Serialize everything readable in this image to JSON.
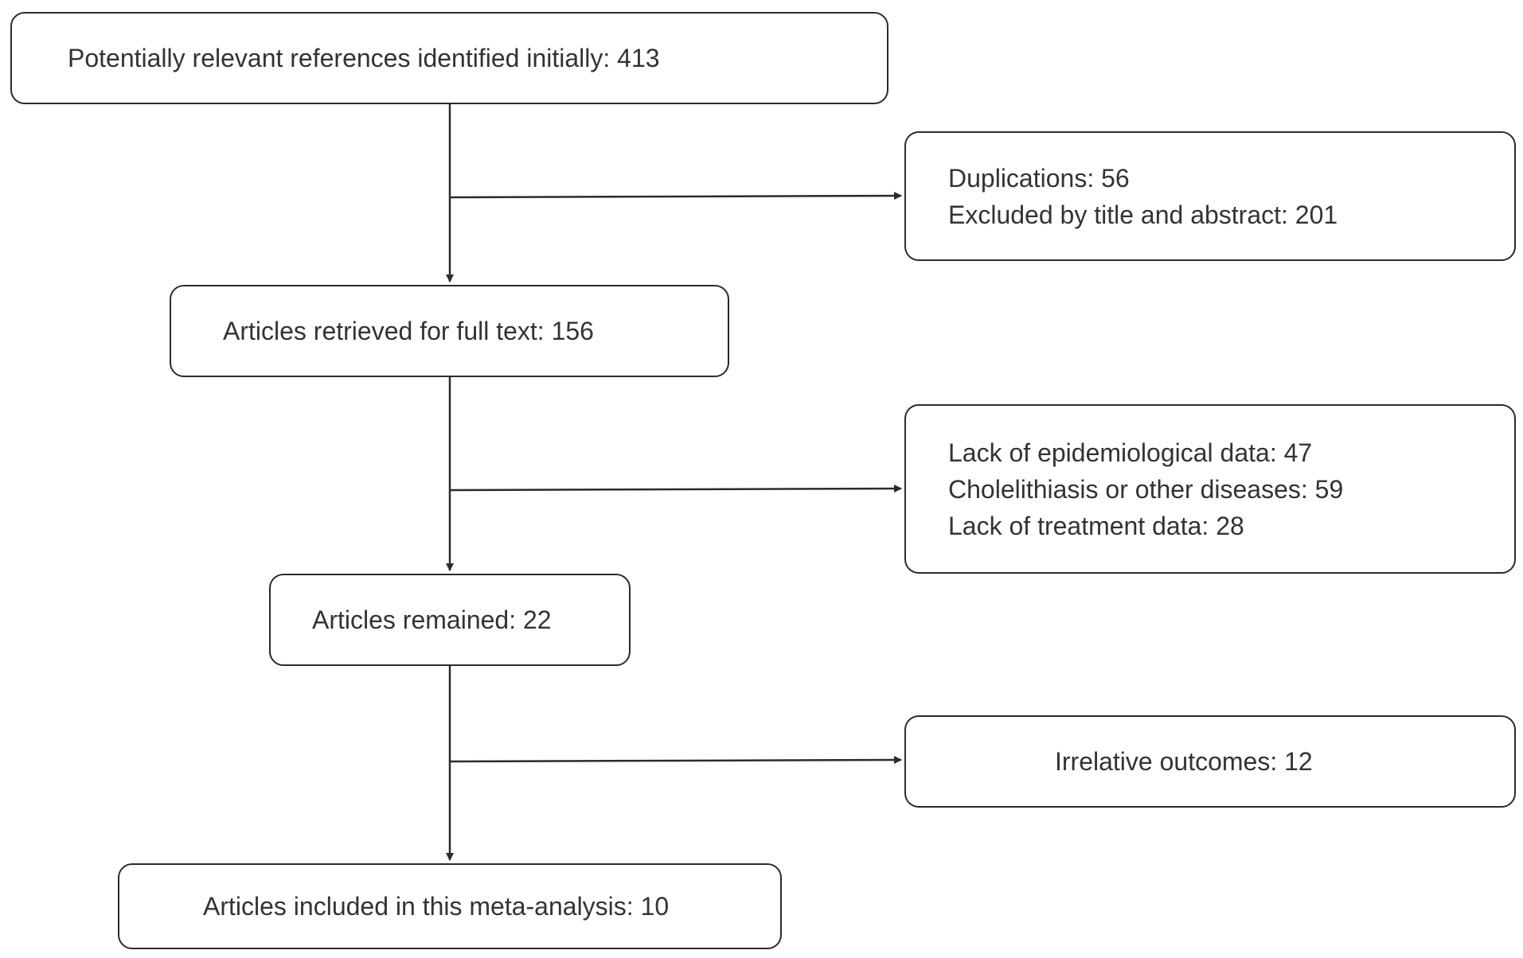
{
  "flowchart": {
    "initial": "Potentially relevant references identified initially: 413",
    "exclusion_1": [
      "Duplications: 56",
      "Excluded by title and abstract: 201"
    ],
    "full_text": "Articles retrieved for full text: 156",
    "exclusion_2": [
      "Lack of epidemiological data: 47",
      "Cholelithiasis or other diseases: 59",
      "Lack of treatment data: 28"
    ],
    "remained": "Articles remained: 22",
    "exclusion_3": "Irrelative outcomes: 12",
    "included": "Articles included in this meta-analysis: 10"
  },
  "colors": {
    "stroke": "#2b2b2b",
    "text": "#333333",
    "background": "#ffffff"
  }
}
